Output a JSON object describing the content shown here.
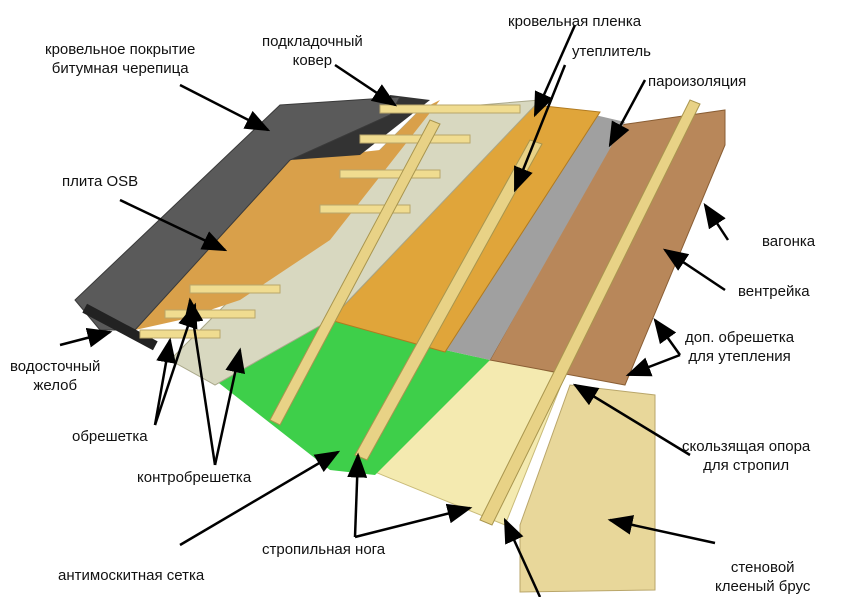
{
  "labels": {
    "roof_covering": [
      "кровельное покрытие",
      "битумная черепица"
    ],
    "underlay": [
      "подкладочный",
      "ковер"
    ],
    "roof_film": "кровельная пленка",
    "insulation": "утеплитель",
    "vapor_barrier": "пароизоляция",
    "osb": "плита OSB",
    "lining": "вагонка",
    "vent_batten": "вентрейка",
    "extra_batten": [
      "доп. обрешетка",
      "для утепления"
    ],
    "gutter": [
      "водосточный",
      "желоб"
    ],
    "batten": "обрешетка",
    "counter_batten": "контробрешетка",
    "sliding_support": [
      "скользящая опора",
      "для стропил"
    ],
    "rafter": "стропильная нога",
    "mosquito_net": "антимоскитная сетка",
    "wall_beam": [
      "стеновой",
      "клееный брус"
    ]
  },
  "colors": {
    "shingle": "#5a5a5a",
    "osb": "#d9a04a",
    "membrane": "#d8d8c0",
    "insulation": "#e0a53a",
    "vapor": "#a0a0a0",
    "wood": "#b8875a",
    "green": "#3ecf4a",
    "pale": "#f4eab0"
  }
}
